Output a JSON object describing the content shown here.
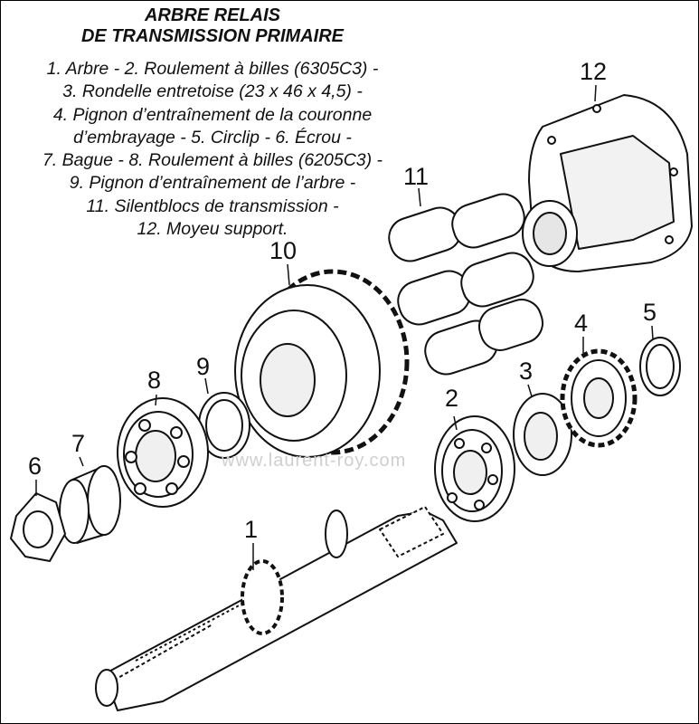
{
  "title": {
    "line1": "ARBRE RELAIS",
    "line2": "DE TRANSMISSION PRIMAIRE"
  },
  "legend": {
    "lines": [
      "1. Arbre - 2. Roulement à billes (6305C3) -",
      "3. Rondelle entretoise (23 x 46 x 4,5) -",
      "4. Pignon d’entraînement de la couronne",
      "d’embrayage - 5. Circlip - 6. Écrou -",
      "7. Bague - 8. Roulement à billes (6205C3) -",
      "9. Pignon d’entraînement de l’arbre -",
      "11. Silentblocs de transmission -",
      "12. Moyeu support."
    ]
  },
  "callouts": {
    "n1": "1",
    "n2": "2",
    "n3": "3",
    "n4": "4",
    "n5": "5",
    "n6": "6",
    "n7": "7",
    "n8": "8",
    "n9": "9",
    "n10": "10",
    "n11": "11",
    "n12": "12"
  },
  "watermark": "www.laurent-roy.com"
}
